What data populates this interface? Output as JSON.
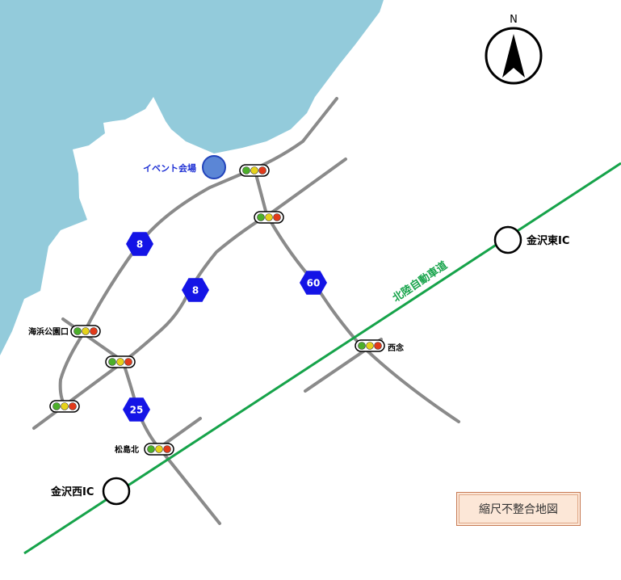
{
  "colors": {
    "sea": "#93cbdb",
    "road": "#8a8a8a",
    "expressway": "#16a34a",
    "route_shield": "#1414e6",
    "venue": "#5b86d6",
    "venue_label": "#1d2fd4",
    "notice_bg": "#fce7d7",
    "notice_border": "#c77b55"
  },
  "compass": {
    "north_label": "N",
    "icon": "north-arrow-icon"
  },
  "venue": {
    "label": "イベント会場"
  },
  "expressway": {
    "label": "北陸自動車道"
  },
  "interchanges": {
    "east": {
      "label": "金沢東IC"
    },
    "west": {
      "label": "金沢西IC"
    }
  },
  "intersections": {
    "kaihin": "海浜公園口",
    "sainen": "西念",
    "matsushima": "松島北"
  },
  "routes": {
    "upper_8": "8",
    "lower_8": "8",
    "r60": "60",
    "r25": "25"
  },
  "notice": {
    "text": "縮尺不整合地図"
  }
}
